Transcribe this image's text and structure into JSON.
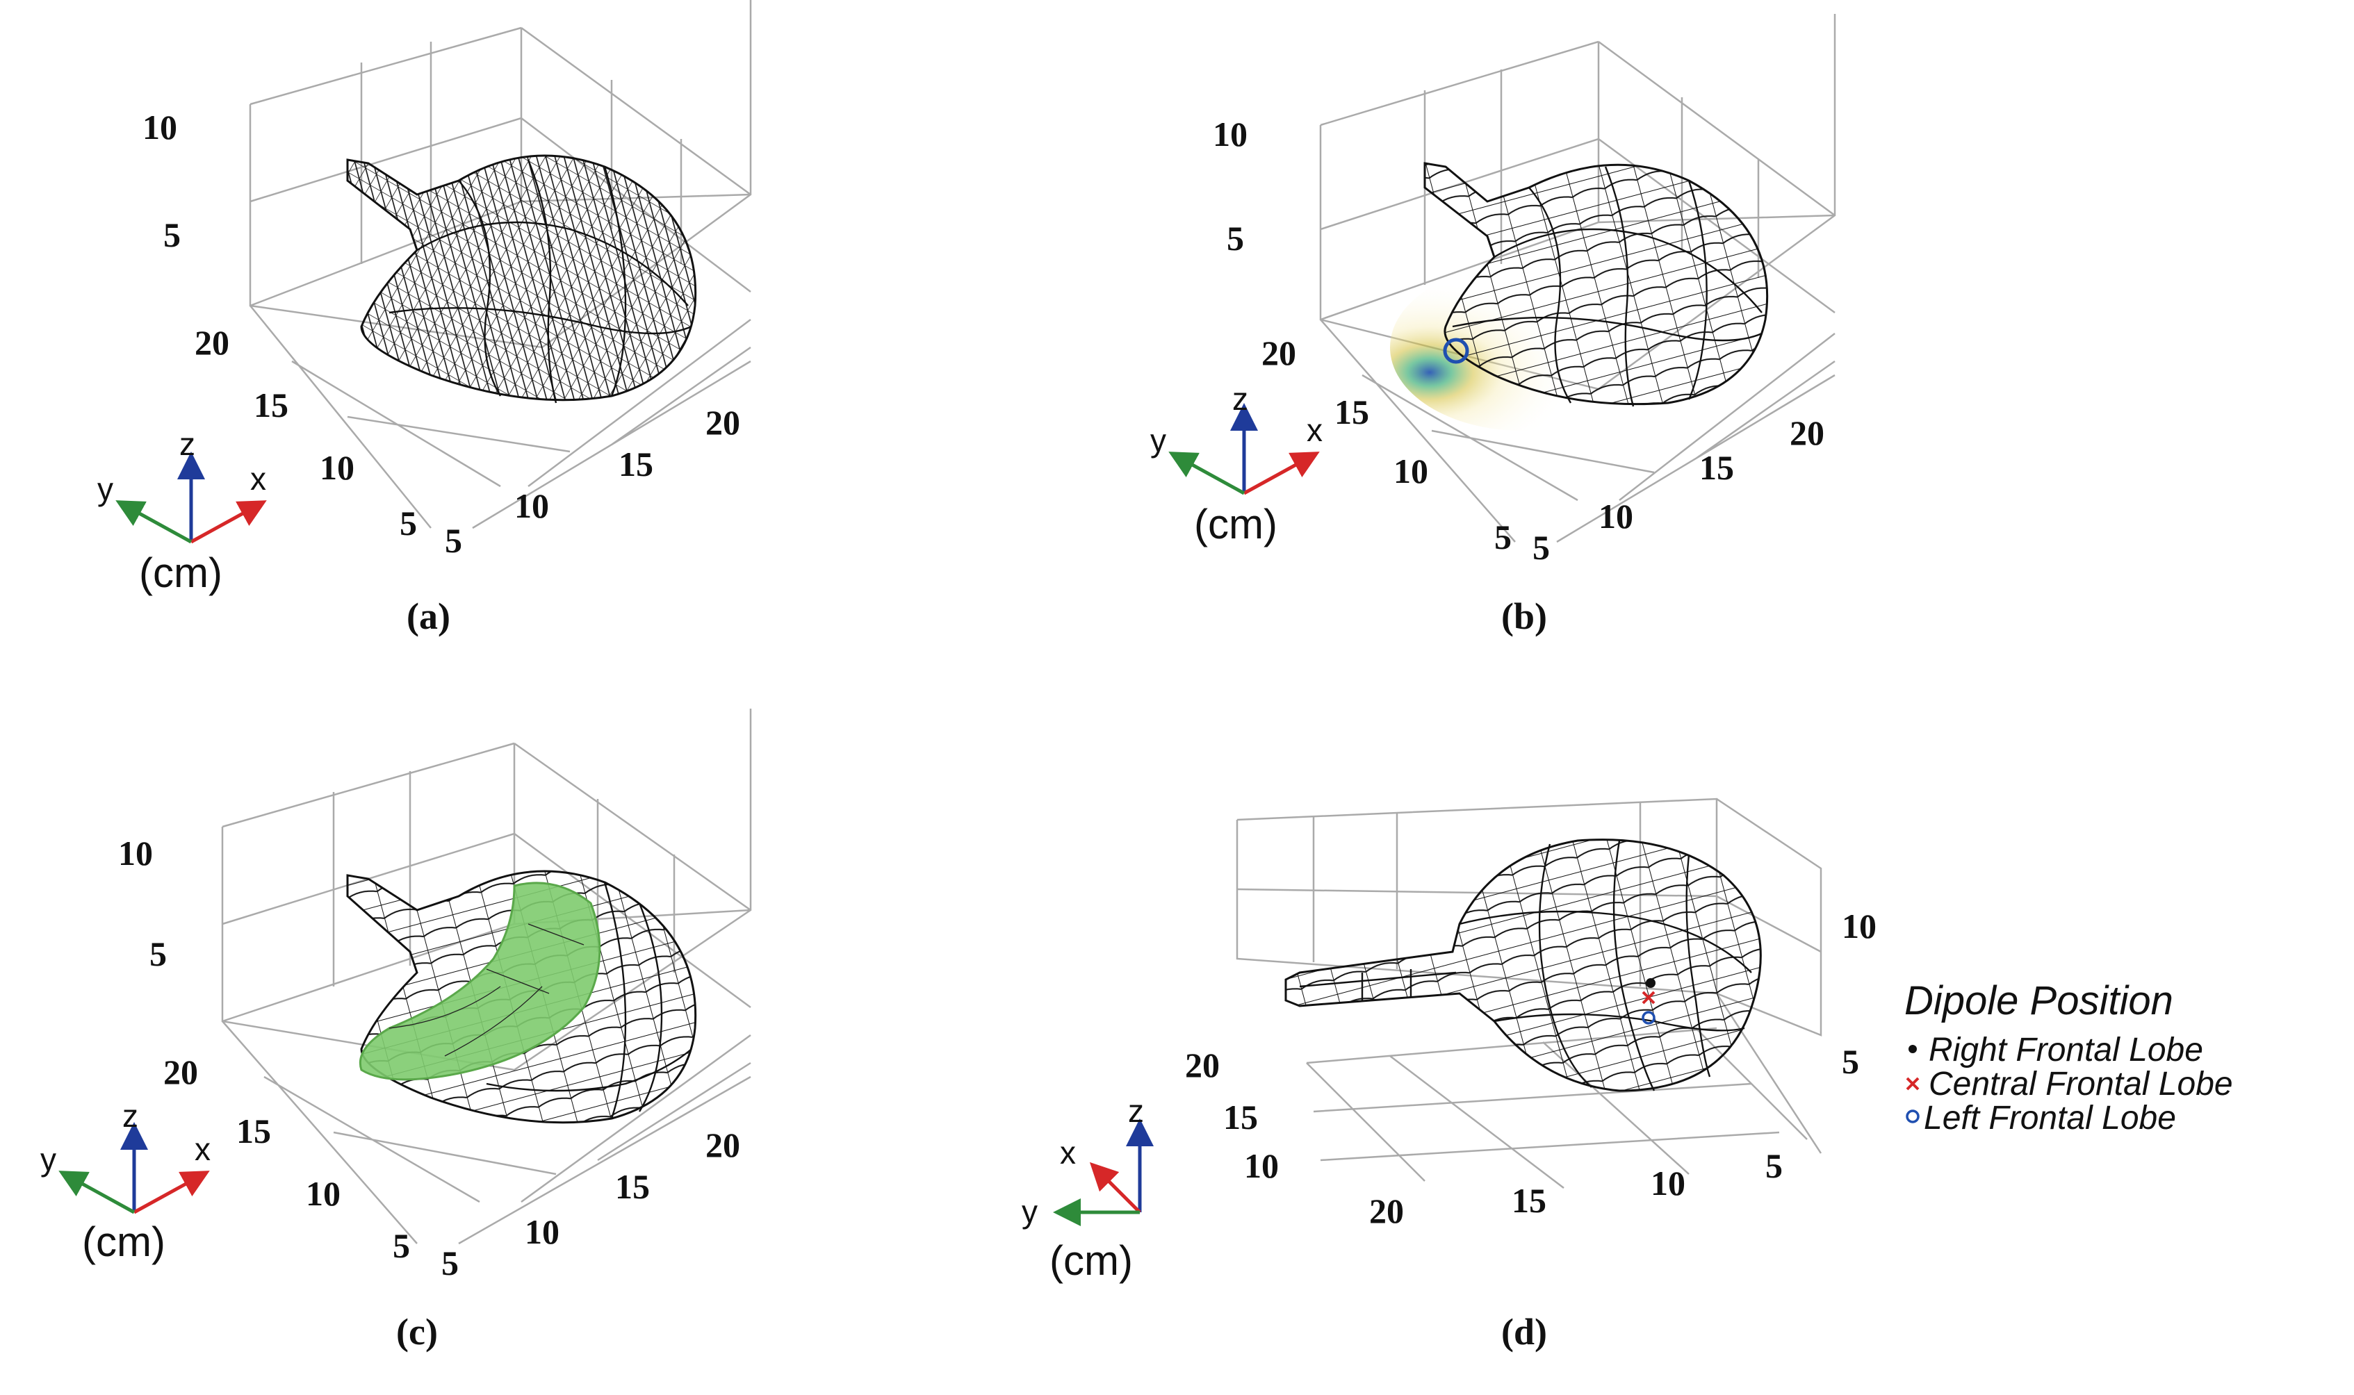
{
  "panels": [
    {
      "caption": "(a)",
      "z_ticks": [
        "10",
        "5"
      ],
      "y_ticks": [
        "20",
        "15",
        "10",
        "5"
      ],
      "x_ticks": [
        "5",
        "10",
        "15",
        "20"
      ],
      "axis_labels": {
        "x": "x",
        "y": "y",
        "z": "z"
      },
      "unit": "(cm)"
    },
    {
      "caption": "(b)",
      "z_ticks": [
        "10",
        "5"
      ],
      "y_ticks": [
        "20",
        "15",
        "10",
        "5"
      ],
      "x_ticks": [
        "5",
        "10",
        "15",
        "20"
      ],
      "axis_labels": {
        "x": "x",
        "y": "y",
        "z": "z"
      },
      "unit": "(cm)"
    },
    {
      "caption": "(c)",
      "z_ticks": [
        "10",
        "5"
      ],
      "y_ticks": [
        "20",
        "15",
        "10",
        "5"
      ],
      "x_ticks": [
        "5",
        "10",
        "15",
        "20"
      ],
      "axis_labels": {
        "x": "x",
        "y": "y",
        "z": "z"
      },
      "unit": "(cm)"
    },
    {
      "caption": "(d)",
      "z_ticks": [
        "10",
        "5"
      ],
      "y_ticks": [
        "20",
        "15",
        "10"
      ],
      "x_ticks": [
        "20",
        "15",
        "10",
        "5"
      ],
      "axis_labels": {
        "x": "x",
        "y": "y",
        "z": "z"
      },
      "unit": "(cm)"
    }
  ],
  "legend": {
    "title": "Dipole Position",
    "items": [
      {
        "label": "Right Frontal Lobe",
        "marker": "dot",
        "color": "#111111"
      },
      {
        "label": "Central Frontal Lobe",
        "marker": "x",
        "color": "#d62728"
      },
      {
        "label": "Left Frontal Lobe",
        "marker": "circle",
        "color": "#1f4fb0"
      }
    ]
  },
  "colors": {
    "x_axis": "#d62728",
    "y_axis": "#2e8b3a",
    "z_axis": "#1f3b9a",
    "highlight": "#7ecb6e"
  }
}
